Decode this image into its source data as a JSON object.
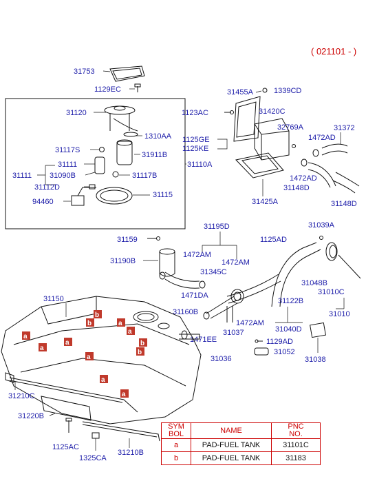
{
  "effective_date": "( 021101 - )",
  "callouts": {
    "p31753": "31753",
    "p1129EC": "1129EC",
    "p31120": "31120",
    "p1310AA": "1310AA",
    "p31117S": "31117S",
    "p31911B": "31911B",
    "p31111": "31111",
    "p31111_group": "31111",
    "p31090B": "31090B",
    "p31110A": "31110A",
    "p31117B": "31117B",
    "p31112D": "31112D",
    "p31115": "31115",
    "p94460": "94460",
    "p31455A": "31455A",
    "p1339CD": "1339CD",
    "p1123AC": "1123AC",
    "p31420C": "31420C",
    "p32769A": "32769A",
    "p31372": "31372",
    "p1125GE": "1125GE",
    "p1125KE": "1125KE",
    "p1472AD_top": "1472AD",
    "p1472AD_mid": "1472AD",
    "p31148D_a": "31148D",
    "p31148D_b": "31148D",
    "p31425A": "31425A",
    "p31195D": "31195D",
    "p31039A": "31039A",
    "p31159": "31159",
    "p1125AD": "1125AD",
    "p1472AM_a": "1472AM",
    "p1472AM_b": "1472AM",
    "p31190B": "31190B",
    "p31345C": "31345C",
    "p31048B": "31048B",
    "p31150": "31150",
    "p1471DA": "1471DA",
    "p31122B": "31122B",
    "p31010C": "31010C",
    "p31160B": "31160B",
    "p1472AM_c": "1472AM",
    "p31010": "31010",
    "p31037": "31037",
    "p31040D": "31040D",
    "p1471EE": "1471EE",
    "p1129AD": "1129AD",
    "p31036": "31036",
    "p31052": "31052",
    "p31038": "31038",
    "p31210C": "31210C",
    "p31220B": "31220B",
    "p1125AC": "1125AC",
    "p1325CA": "1325CA",
    "p31210B": "31210B"
  },
  "pad_markers": [
    "a",
    "b"
  ],
  "legend": {
    "headers": [
      "SYM\nBOL",
      "NAME",
      "PNC\nNO."
    ],
    "header_sym_line1": "SYM",
    "header_sym_line2": "BOL",
    "header_name": "NAME",
    "header_pnc_line1": "PNC",
    "header_pnc_line2": "NO.",
    "rows": [
      {
        "symbol": "a",
        "name": "PAD-FUEL TANK",
        "pnc": "31101C"
      },
      {
        "symbol": "b",
        "name": "PAD-FUEL TANK",
        "pnc": "31183"
      }
    ]
  },
  "colors": {
    "callout_text": "#1a1aa8",
    "date_text": "#cc0000",
    "pad_fill": "#c0392b",
    "legend_border": "#cc0000"
  }
}
